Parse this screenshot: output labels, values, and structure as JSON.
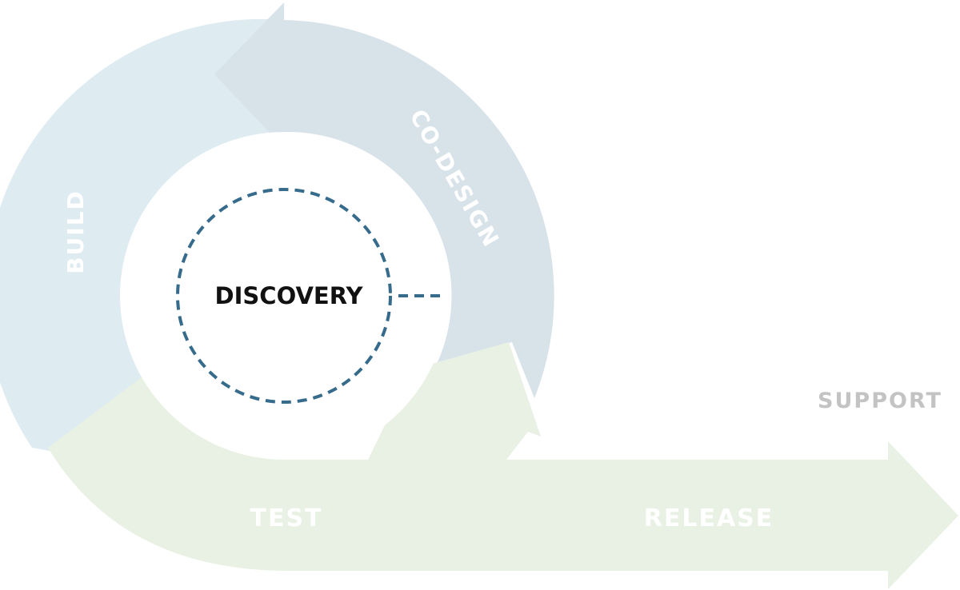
{
  "diagram": {
    "center_label": "DISCOVERY",
    "stages": {
      "co_design": "CO-DESIGN",
      "build": "BUILD",
      "test": "TEST",
      "release": "RELEASE",
      "support": "SUPPORT"
    },
    "colors": {
      "co_design_fill": "#d7e2e9",
      "build_fill": "#deecf2",
      "test_release_fill": "#e8f1e3",
      "discovery_dash": "#376b8c",
      "discovery_text": "#111111",
      "support_text": "#c3c3c3",
      "stage_text_on_fill": "#ffffff"
    }
  }
}
